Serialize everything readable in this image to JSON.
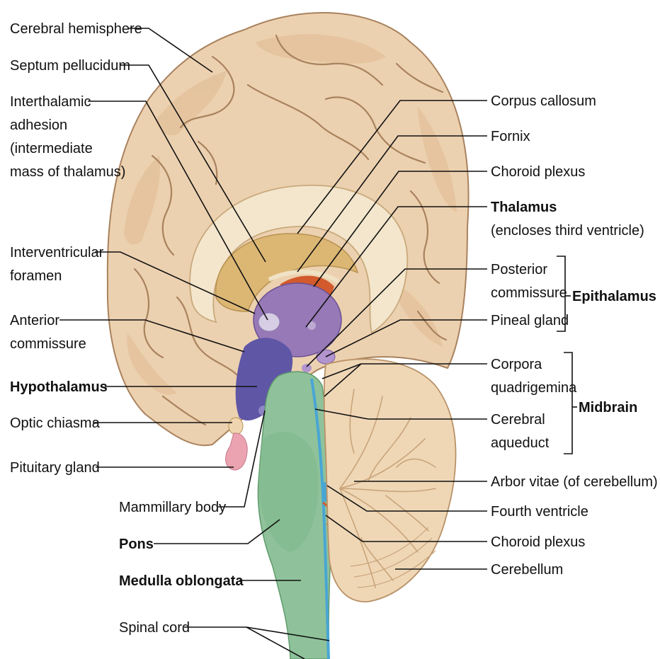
{
  "labels": {
    "cerebral_hemisphere": "Cerebral hemisphere",
    "septum_pellucidum": "Septum pellucidum",
    "interthalamic_adhesion": [
      "Interthalamic",
      "adhesion",
      "(intermediate",
      "mass of thalamus)"
    ],
    "interventricular_foramen": [
      "Interventricular",
      "foramen"
    ],
    "anterior_commissure": [
      "Anterior",
      "commissure"
    ],
    "hypothalamus": "Hypothalamus",
    "optic_chiasma": "Optic chiasma",
    "pituitary_gland": "Pituitary gland",
    "mammillary_body": "Mammillary body",
    "pons": "Pons",
    "medulla_oblongata": "Medulla oblongata",
    "spinal_cord": "Spinal cord",
    "corpus_callosum": "Corpus callosum",
    "fornix": "Fornix",
    "choroid_plexus_upper": "Choroid plexus",
    "thalamus": "Thalamus",
    "thalamus_note": "(encloses third ventricle)",
    "posterior_commissure": [
      "Posterior",
      "commissure"
    ],
    "pineal_gland": "Pineal gland",
    "epithalamus": "Epithalamus",
    "corpora_quadrigemina": [
      "Corpora",
      "quadrigemina"
    ],
    "cerebral_aqueduct": [
      "Cerebral",
      "aqueduct"
    ],
    "midbrain": "Midbrain",
    "arbor_vitae": "Arbor vitae (of cerebellum)",
    "fourth_ventricle": "Fourth ventricle",
    "choroid_plexus_lower": "Choroid plexus",
    "cerebellum": "Cerebellum"
  },
  "colors": {
    "cerebrum": "#ecd1b0",
    "cerebrum_gyri": "#e2bf98",
    "sulci": "#a9825e",
    "corpus_callosum": "#f3e6cc",
    "lateral_ventricle": "#dcb774",
    "thalamus": "#9779b8",
    "hypothalamus": "#5f56a6",
    "choroid_plexus": "#d25a2c",
    "brainstem": "#8fc29a",
    "aqueduct": "#49a6d4",
    "cerebellum": "#efd7b6",
    "pituitary": "#eba3b1"
  }
}
